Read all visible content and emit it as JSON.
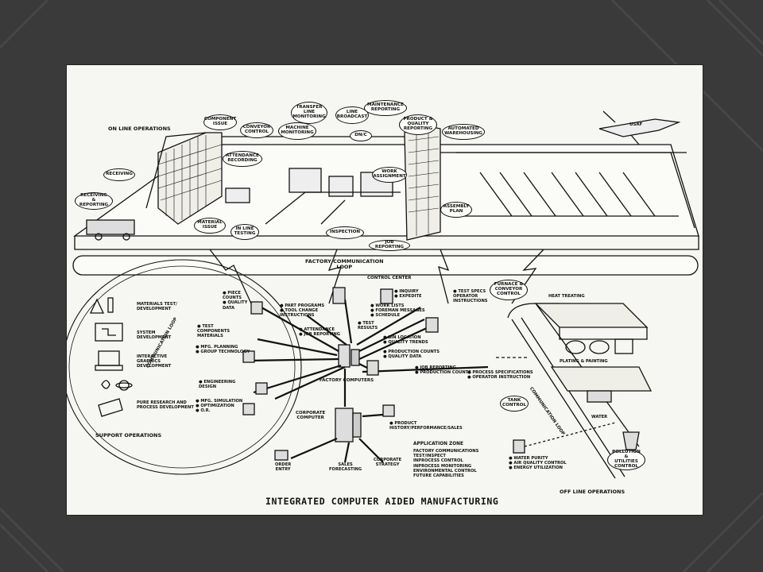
{
  "caption": "INTEGRATED COMPUTER AIDED MANUFACTURING",
  "sections": {
    "on_line": "ON LINE OPERATIONS",
    "support": "SUPPORT OPERATIONS",
    "off_line": "OFF LINE OPERATIONS",
    "factory_loop": "FACTORY COMMUNICATION\nLOOP",
    "comm_loop_left": "COMMUNICATION LOOP",
    "comm_loop_right": "COMMUNICATION LOOP",
    "control_center": "CONTROL CENTER",
    "factory_computers": "FACTORY COMPUTERS",
    "corporate_computer": "CORPORATE\nCOMPUTER",
    "usaf": "USAF"
  },
  "bubbles": {
    "component_issue": "COMPONENT\nISSUE",
    "conveyor_control": "CONVEYOR\nCONTROL",
    "machine_monitoring": "MACHINE\nMONITORING",
    "transfer_line": "TRANSFER\nLINE\nMONITORING",
    "line_broadcast": "LINE\nBROADCAST",
    "maintenance": "MAINTENANCE\nREPORTING",
    "product_quality": "PRODUCT &\nQUALITY\nREPORTING",
    "automated_wh": "AUTOMATED\nWAREHOUSING",
    "dnc": "DN/C",
    "attendance": "ATTENDANCE\nRECORDING",
    "work_assignment": "WORK\nASSIGNMENT",
    "receiving": "RECEIVING",
    "receiving_reporting": "RECEIVING &\nREPORTING",
    "material_issue": "MATERIAL\nISSUE",
    "in_line_testing": "IN LINE\nTESTING",
    "inspection": "INSPECTION",
    "assembly_plan": "ASSEMBLY\nPLAN",
    "job_reporting": "JOB REPORTING",
    "furnace": "FURNACE &\nCONVEYOR\nCONTROL",
    "tank_control": "TANK\nCONTROL",
    "pollution": "POLLUTION &\nUTILITIES\nCONTROL"
  },
  "support_items": [
    "MATERIALS TEST/\nDEVELOPMENT",
    "SYSTEM\nDEVELOPMENT",
    "INTERACTIVE\nGRAPHICS\nDEVELOPMENT",
    "PURE RESEARCH AND\nPROCESS DEVELOPMENT"
  ],
  "notes": {
    "piece_counts": "● PIECE\n  COUNTS\n● QUALITY\n  DATA",
    "part_programs": "● PART PROGRAMS\n● TOOL CHANGE\n  INSTRUCTIONS",
    "test_components": "● TEST\n  COMPONENTS\n  MATERIALS",
    "attendance_note": "● ATTENDANCE\n● JOB REPORTING",
    "inquiry": "● INQUIRY\n● EXPEDITE",
    "work_lists": "● WORK LISTS\n● FOREMAN MESSAGES\n● SCHEDULE",
    "test_results": "● TEST\n  RESULTS",
    "test_specs": "● TEST SPECS\n  OPERATOR\n  INSTRUCTIONS",
    "bin_location": "● BIN LOCATION\n● QUALITY TRENDS",
    "production_counts": "● PRODUCTION COUNTS\n● QUALITY DATA",
    "mfg_planning": "● MFG. PLANNING\n● GROUP TECHNOLOGY",
    "engineering": "● ENGINEERING\n  DESIGN",
    "mfg_simulation": "● MFG. SIMULATION\n● OPTIMIZATION\n● O.R.",
    "job_reporting_note": "● JOB REPORTING\n● PRODUCTION COUNTS",
    "process_specs": "● PROCESS SPECIFICATIONS\n● OPERATOR INSTRUCTION",
    "product_history": "● PRODUCT\n  HISTORY/PERFORMANCE/SALES",
    "order_entry": "ORDER\nENTRY",
    "sales_forecasting": "SALES\nFORECASTING",
    "corporate_strategy": "CORPORATE\nSTRATEGY",
    "heat_treating": "HEAT TREATING",
    "plating": "PLATING & PAINTING",
    "water": "WATER",
    "utilities_note": "● WATER PURITY\n● AIR QUALITY CONTROL\n● ENERGY UTILIZATION"
  },
  "application_zone": {
    "title": "APPLICATION ZONE",
    "items": [
      "FACTORY COMMUNICATIONS",
      "TEST/INSPECT",
      "INPROCESS CONTROL",
      "INPROCESS MONITORING",
      "ENVIRONMENTAL CONTROL",
      "FUTURE CAPABILITIES"
    ]
  }
}
